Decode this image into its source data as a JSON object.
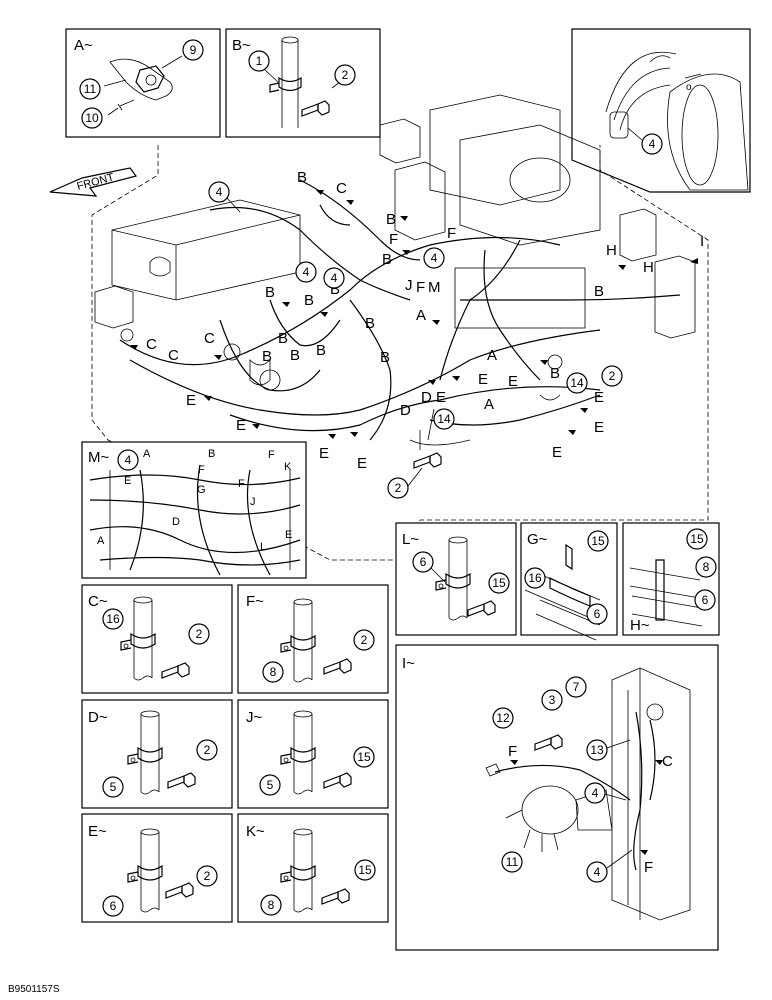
{
  "main": {
    "front_label": "FRONT",
    "callouts": [
      "4",
      "4",
      "4",
      "4",
      "14",
      "2",
      "14",
      "2"
    ],
    "letters": [
      "B",
      "C",
      "B",
      "F",
      "B",
      "F",
      "H",
      "H",
      "I",
      "B",
      "B",
      "B",
      "B",
      "C",
      "C",
      "C",
      "B",
      "B",
      "B",
      "B",
      "J",
      "F",
      "M",
      "A",
      "A",
      "B",
      "E",
      "E",
      "E",
      "E",
      "E",
      "E",
      "A",
      "D",
      "D",
      "E",
      "E",
      "E",
      "E",
      "B",
      "B"
    ]
  },
  "detail_m": {
    "title": "M~",
    "callouts": [
      "4"
    ],
    "letters": [
      "A",
      "E",
      "B",
      "F",
      "F",
      "F",
      "G",
      "K",
      "J",
      "D",
      "L",
      "A",
      "E"
    ]
  },
  "details": [
    {
      "key": "A",
      "title": "A~",
      "callouts": [
        "9",
        "11",
        "10"
      ]
    },
    {
      "key": "B",
      "title": "B~",
      "callouts": [
        "1",
        "2"
      ]
    },
    {
      "key": "C",
      "title": "C~",
      "callouts": [
        "16",
        "2"
      ]
    },
    {
      "key": "F",
      "title": "F~",
      "callouts": [
        "8",
        "2"
      ]
    },
    {
      "key": "D",
      "title": "D~",
      "callouts": [
        "5",
        "2"
      ]
    },
    {
      "key": "J",
      "title": "J~",
      "callouts": [
        "5",
        "15"
      ]
    },
    {
      "key": "E",
      "title": "E~",
      "callouts": [
        "6",
        "2"
      ]
    },
    {
      "key": "K",
      "title": "K~",
      "callouts": [
        "8",
        "15"
      ]
    },
    {
      "key": "L",
      "title": "L~",
      "callouts": [
        "6",
        "15"
      ]
    },
    {
      "key": "G",
      "title": "G~",
      "callouts": [
        "15",
        "16",
        "6"
      ]
    },
    {
      "key": "H",
      "title": "H~",
      "callouts": [
        "15",
        "8",
        "6"
      ]
    }
  ],
  "detail_i": {
    "title": "I~",
    "callouts": [
      "3",
      "7",
      "12",
      "13",
      "4",
      "11",
      "4"
    ],
    "letters": [
      "F",
      "C",
      "F"
    ]
  },
  "top_right_detail": {
    "callouts": [
      "4"
    ]
  },
  "footer_code": "B9501157S"
}
